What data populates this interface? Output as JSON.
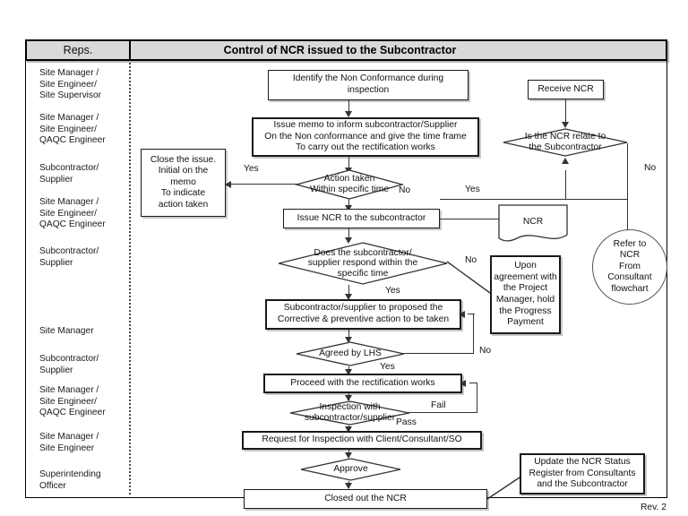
{
  "header": {
    "reps_column_label": "Reps.",
    "title": "Control of NCR issued to the Subcontractor"
  },
  "reps": [
    {
      "name": "rep-1",
      "text": "Site Manager /\nSite Engineer/\nSite Supervisor"
    },
    {
      "name": "rep-2",
      "text": "Site Manager /\nSite Engineer/\nQAQC Engineer"
    },
    {
      "name": "rep-3",
      "text": "Subcontractor/\nSupplier"
    },
    {
      "name": "rep-4",
      "text": "Site Manager /\nSite Engineer/\nQAQC Engineer"
    },
    {
      "name": "rep-5",
      "text": "Subcontractor/\nSupplier"
    },
    {
      "name": "rep-6",
      "text": "Site Manager"
    },
    {
      "name": "rep-7",
      "text": "Subcontractor/\nSupplier"
    },
    {
      "name": "rep-8",
      "text": "Site Manager /\nSite Engineer/\nQAQC Engineer"
    },
    {
      "name": "rep-9",
      "text": "Site Manager /\nSite Engineer"
    },
    {
      "name": "rep-10",
      "text": "Superintending\nOfficer"
    }
  ],
  "nodes": {
    "identify": "Identify the Non Conformance during\ninspection",
    "issue_memo": "Issue memo to inform subcontractor/Supplier\nOn the Non conformance and give the time frame\nTo carry out the rectification works",
    "action_taken": "Action taken\nWithin specific time",
    "close_issue": "Close the issue.\nInitial on the\nmemo\nTo indicate\naction taken",
    "issue_ncr": "Issue NCR to the subcontractor",
    "ncr_doc": "NCR",
    "receive_ncr": "Receive NCR",
    "is_ncr_related": "Is the NCR relate to\nthe Subcontractor",
    "refer_to_ncr": "Refer to\nNCR\nFrom\nConsultant\nflowchart",
    "does_respond": "Does the subcontractor/\nsupplier respond within the\nspecific time",
    "upon_agreement": "Upon\nagreement with\nthe Project\nManager, hold\nthe Progress\nPayment",
    "propose_action": "Subcontractor/supplier to proposed the\nCorrective & preventive action to be taken",
    "agreed_by_lhs": "Agreed by LHS",
    "proceed_rectification": "Proceed with the rectification works",
    "inspection_with_sub": "Inspection with\nsubcontractor/supplier",
    "request_inspection": "Request for Inspection with Client/Consultant/SO",
    "approve": "Approve",
    "closed_out": "Closed out the NCR",
    "update_register": "Update the NCR Status\nRegister from Consultants\nand the Subcontractor"
  },
  "edge_labels": {
    "action_yes": "Yes",
    "action_no": "No",
    "ncr_yes": "Yes",
    "ncr_no": "No",
    "respond_yes": "Yes",
    "respond_no": "No",
    "agreed_yes": "Yes",
    "agreed_no": "No",
    "inspection_pass": "Pass",
    "inspection_fail": "Fail"
  },
  "footer": {
    "revision": "Rev. 2"
  },
  "colors": {
    "header_fill": "#d9d9d9",
    "line": "#333333",
    "text": "#111111"
  }
}
